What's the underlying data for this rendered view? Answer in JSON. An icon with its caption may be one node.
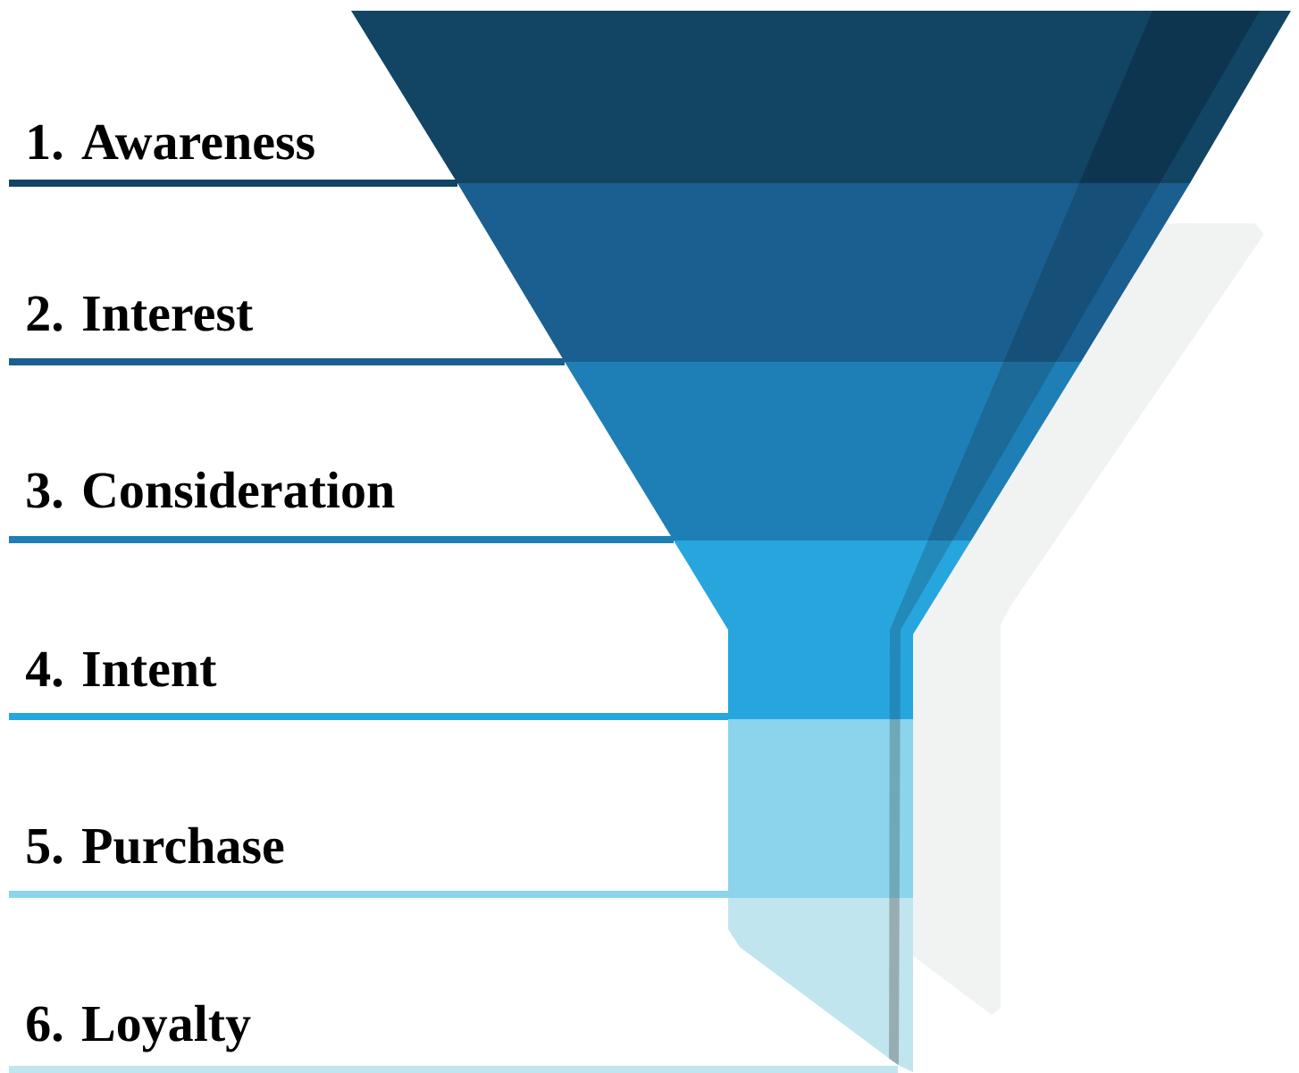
{
  "diagram": {
    "nodes": [
      {
        "text": [
          "1. Awareness"
        ]
      },
      {
        "text": [
          "2. Interest"
        ]
      },
      {
        "text": [
          "3. Consideration"
        ]
      },
      {
        "text": [
          "4. Intent"
        ]
      },
      {
        "text": [
          "5. Purchase"
        ]
      },
      {
        "text": [
          "6. Loyalty"
        ]
      }
    ]
  }
}
